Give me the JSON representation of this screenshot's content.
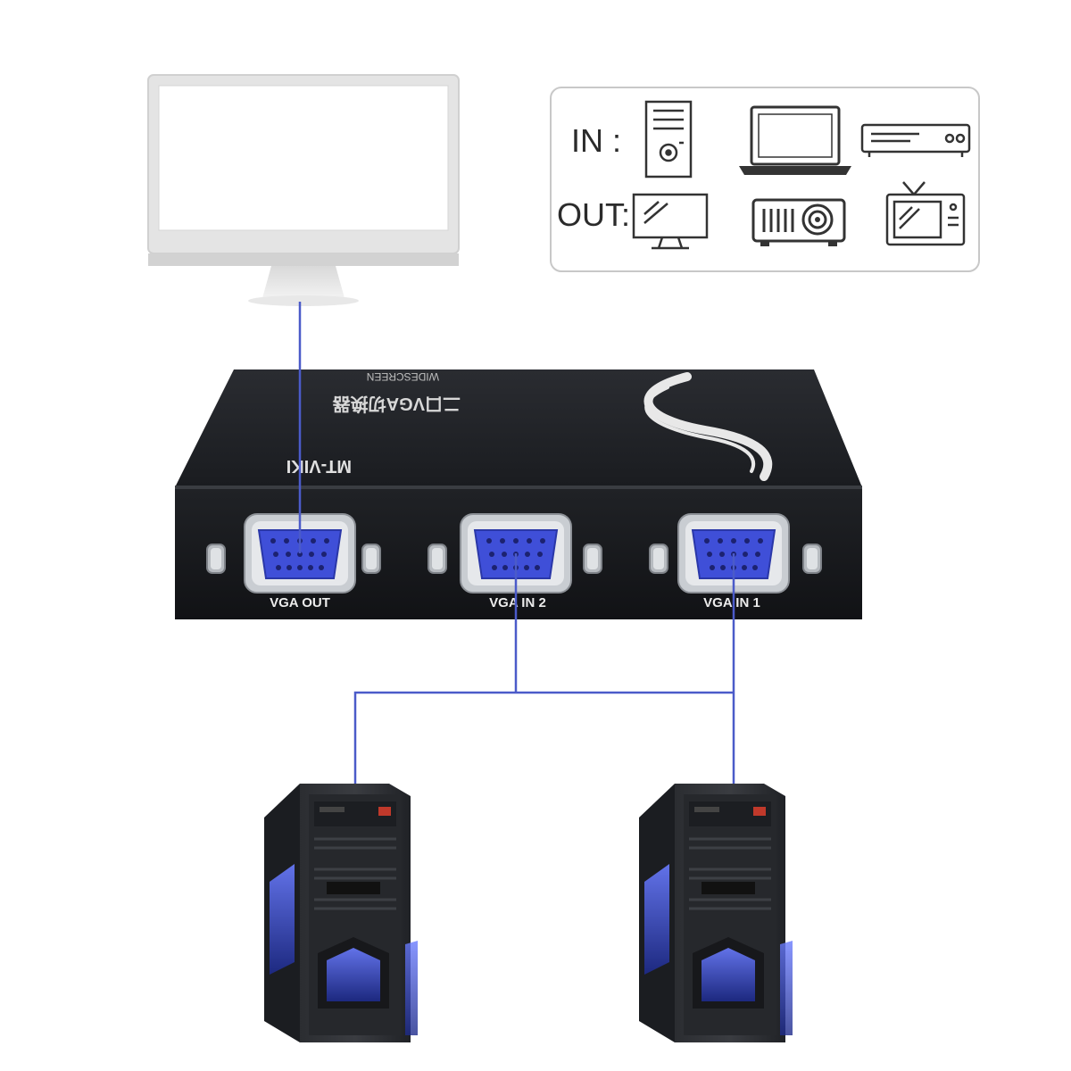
{
  "legend": {
    "in_label": "IN :",
    "out_label": "OUT:",
    "in_devices": [
      "desktop-tower-icon",
      "laptop-icon",
      "dvd-player-icon"
    ],
    "out_devices": [
      "monitor-icon",
      "projector-icon",
      "crt-tv-icon"
    ]
  },
  "switch": {
    "brand": "MT-VIKI",
    "product_title": "二口VGA切换器",
    "model": "WIDESCREEN",
    "ports": [
      "VGA OUT",
      "VGA IN 2",
      "VGA IN 1"
    ]
  },
  "colors": {
    "cable": "#4b5bc9",
    "port_blue": "#3f4fd8",
    "switch_body": "#16181c",
    "legend_border": "#c8c8c8",
    "monitor_frame": "#e4e4e4"
  }
}
